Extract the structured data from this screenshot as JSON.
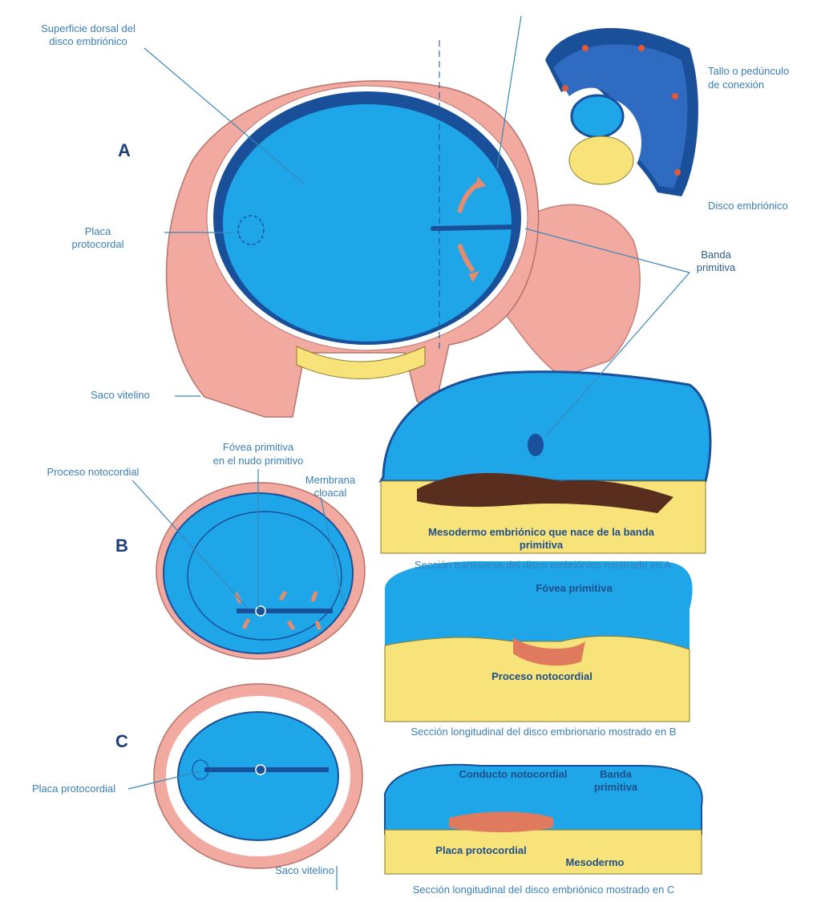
{
  "panels": {
    "a": "A",
    "b": "B",
    "c": "C"
  },
  "labels": {
    "superficie_1": "Superficie dorsal del",
    "superficie_2": "disco embriónico",
    "placa_1": "Placa",
    "placa_2": "protocordal",
    "saco_a": "Saco vitelino",
    "tallo_1": "Tallo o pedúnculo",
    "tallo_2": "de conexión",
    "disco": "Disco embriónico",
    "banda_1": "Banda",
    "banda_2": "primitiva",
    "fovea_1": "Fóvea primitiva",
    "fovea_2": "en el nudo primitivo",
    "proceso_noto": "Proceso notocordial",
    "membrana_1": "Membrana",
    "membrana_2": "cloacal",
    "mesodermo_1": "Mesodermo embriónico que nace de la banda",
    "mesodermo_2": "primitiva",
    "caption_a": "Sección transversa del disco embriónico mostrado en A",
    "fovea_prim": "Fóvea primitiva",
    "proceso_noto_b": "Proceso notocordial",
    "caption_b": "Sección longitudinal del disco embrionario mostrado en B",
    "placa_c": "Placa protocordial",
    "conducto": "Conducto notocordial",
    "banda_c_1": "Banda",
    "banda_c_2": "primitiva",
    "placa_proto_c": "Placa protocordial",
    "mesodermo_c": "Mesodermo",
    "saco_c": "Saco vitelino",
    "caption_c": "Sección longitudinal del disco embriónico mostrado en C"
  },
  "colors": {
    "ectoderm": "#1ea6e8",
    "ectoderm_edge": "#1a4f9a",
    "amnion": "#f2a9a0",
    "yolk": "#f7e37a",
    "mesoderm": "#5a2e1e",
    "notochord": "#e07a5f",
    "arrow": "#e58b6e",
    "label": "#3a7fb6"
  }
}
